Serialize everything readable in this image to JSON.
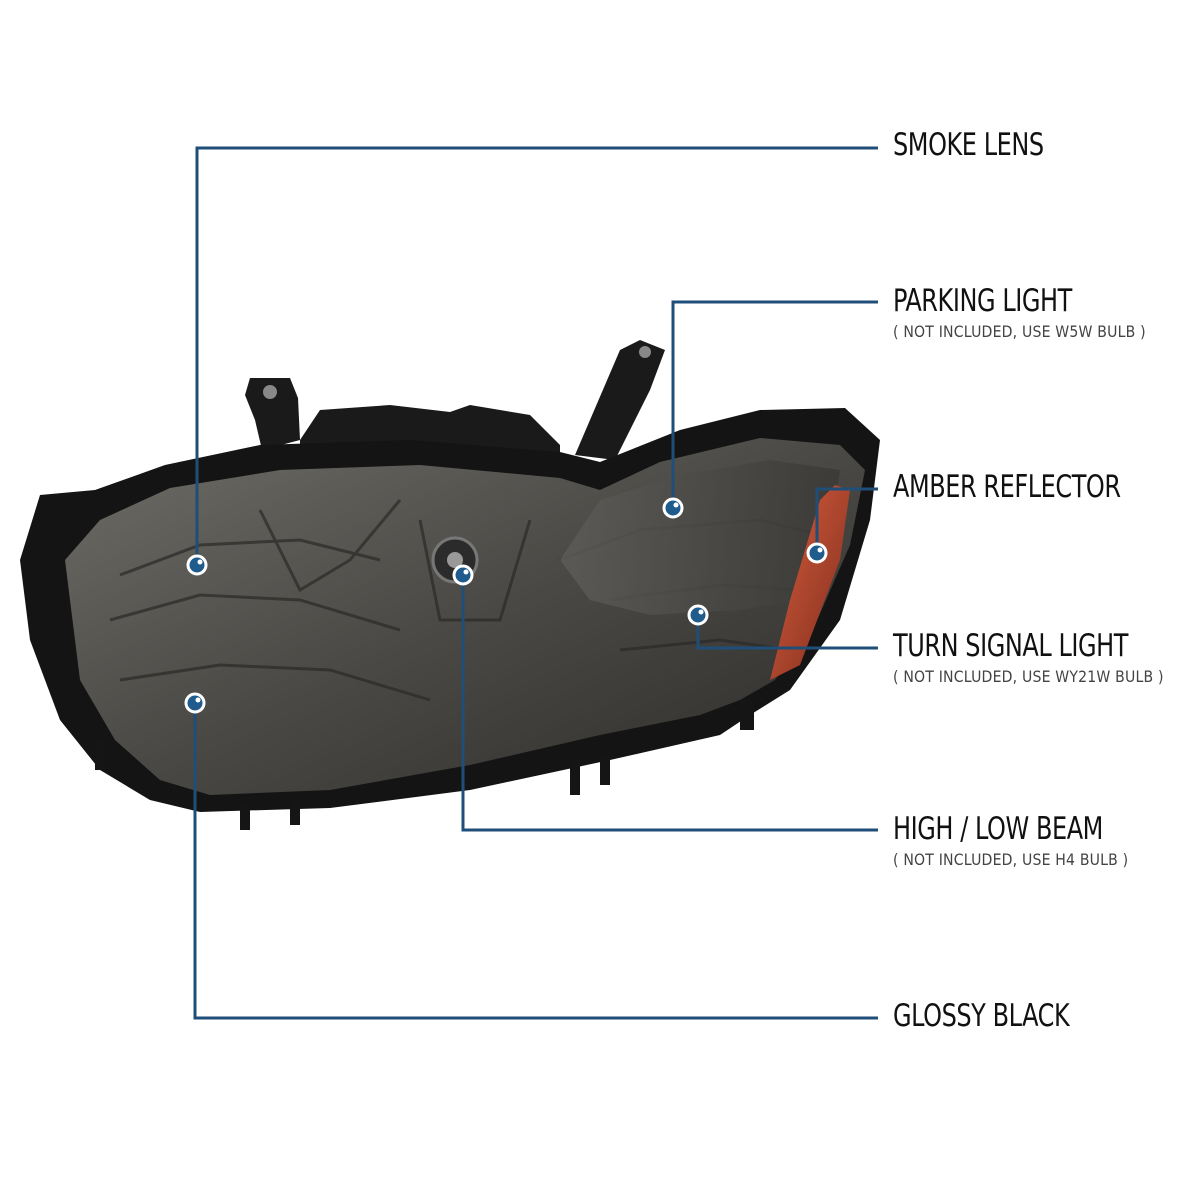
{
  "callouts": {
    "smoke_lens": {
      "title": "SMOKE LENS"
    },
    "parking_light": {
      "title": "PARKING LIGHT",
      "note": "( NOT INCLUDED, USE  W5W  BULB )"
    },
    "amber_reflector": {
      "title": "AMBER REFLECTOR"
    },
    "turn_signal_light": {
      "title": "TURN SIGNAL LIGHT",
      "note": "( NOT INCLUDED, USE  WY21W  BULB )"
    },
    "high_low_beam": {
      "title": "HIGH / LOW BEAM",
      "note": "( NOT INCLUDED, USE  H4  BULB )"
    },
    "glossy_black": {
      "title": "GLOSSY BLACK"
    }
  },
  "colors": {
    "leader_line": "#1f4e79",
    "marker_fill": "#1f5b8c",
    "housing": "#151515",
    "smoke_lens": "#5b5a56",
    "amber": "#b5432d"
  }
}
